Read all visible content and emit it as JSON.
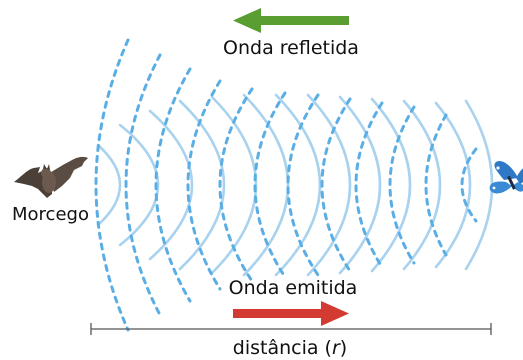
{
  "labels": {
    "reflected_wave": "Onda refletida",
    "emitted_wave": "Onda emitida",
    "bat": "Morcego",
    "distance_prefix": "distância (",
    "distance_var": "r",
    "distance_suffix": ")"
  },
  "icons": {
    "bat": "bat-icon",
    "butterfly": "butterfly-icon",
    "reflected_arrow": "arrow-left-icon",
    "emitted_arrow": "arrow-right-icon"
  },
  "colors": {
    "wave": "#5aaee4",
    "wave_solid": "#a9d2ef",
    "reflected_arrow": "#5a9e32",
    "emitted_arrow": "#d33a31",
    "butterfly": "#2f78c8"
  }
}
